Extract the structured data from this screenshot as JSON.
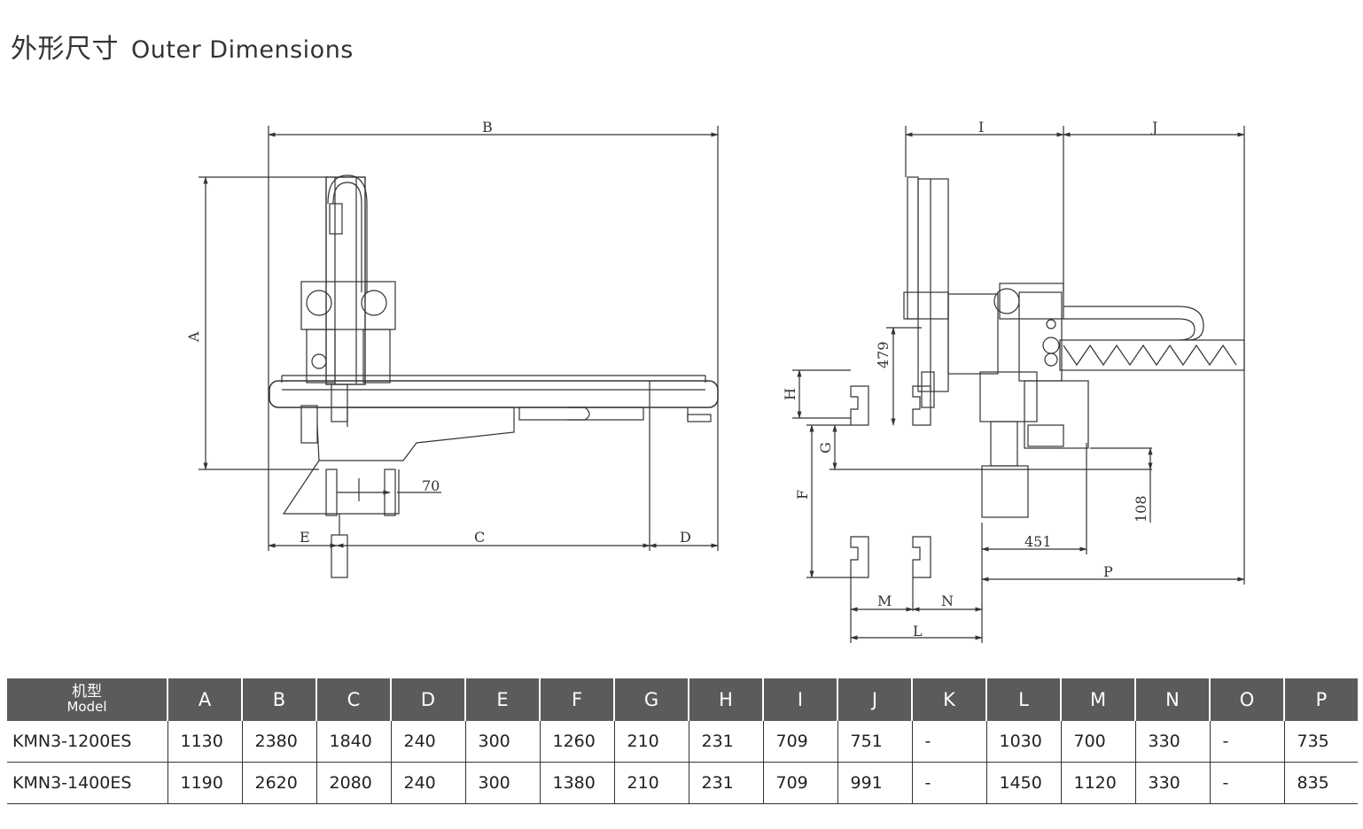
{
  "title": {
    "cn": "外形尺寸",
    "en": "Outer Dimensions"
  },
  "drawing": {
    "left_view_labels": {
      "A": "A",
      "B": "B",
      "C": "C",
      "D": "D",
      "E": "E",
      "dim70": "70"
    },
    "right_view_labels": {
      "I": "I",
      "J": "J",
      "H": "H",
      "G": "G",
      "F": "F",
      "dim479": "479",
      "dim108": "108",
      "dim451": "451",
      "P": "P",
      "M": "M",
      "N": "N",
      "L": "L"
    }
  },
  "table": {
    "model_header_cn": "机型",
    "model_header_en": "Model",
    "columns": [
      "A",
      "B",
      "C",
      "D",
      "E",
      "F",
      "G",
      "H",
      "I",
      "J",
      "K",
      "L",
      "M",
      "N",
      "O",
      "P"
    ],
    "rows": [
      {
        "model": "KMN3-1200ES",
        "values": [
          "1130",
          "2380",
          "1840",
          "240",
          "300",
          "1260",
          "210",
          "231",
          "709",
          "751",
          "-",
          "1030",
          "700",
          "330",
          "-",
          "735"
        ]
      },
      {
        "model": "KMN3-1400ES",
        "values": [
          "1190",
          "2620",
          "2080",
          "240",
          "300",
          "1380",
          "210",
          "231",
          "709",
          "991",
          "-",
          "1450",
          "1120",
          "330",
          "-",
          "835"
        ]
      }
    ]
  }
}
